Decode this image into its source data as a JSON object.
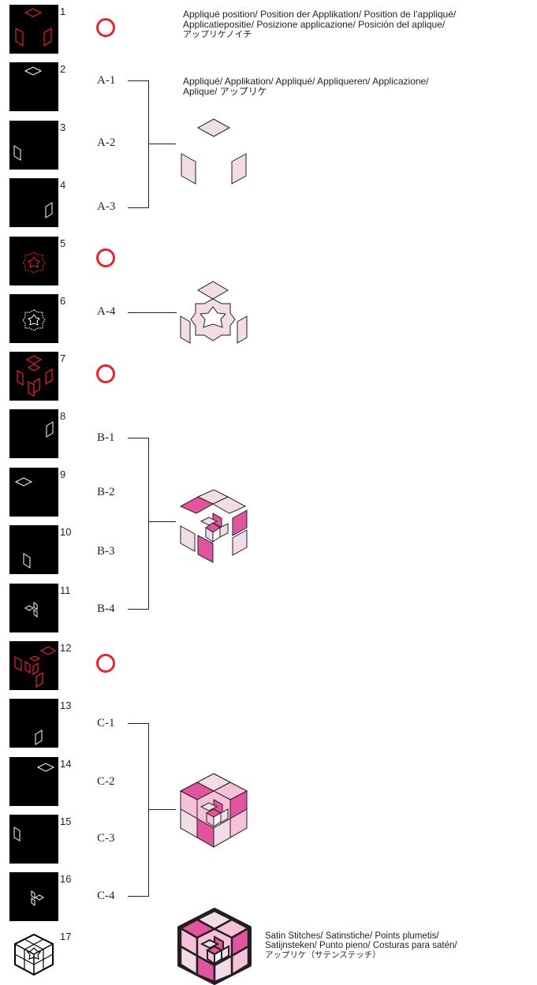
{
  "steps": [
    {
      "num": "1"
    },
    {
      "num": "2"
    },
    {
      "num": "3"
    },
    {
      "num": "4"
    },
    {
      "num": "5"
    },
    {
      "num": "6"
    },
    {
      "num": "7"
    },
    {
      "num": "8"
    },
    {
      "num": "9"
    },
    {
      "num": "10"
    },
    {
      "num": "11"
    },
    {
      "num": "12"
    },
    {
      "num": "13"
    },
    {
      "num": "14"
    },
    {
      "num": "15"
    },
    {
      "num": "16"
    },
    {
      "num": "17"
    }
  ],
  "labels": {
    "a1": "A-1",
    "a2": "A-2",
    "a3": "A-3",
    "a4": "A-4",
    "b1": "B-1",
    "b2": "B-2",
    "b3": "B-3",
    "b4": "B-4",
    "c1": "C-1",
    "c2": "C-2",
    "c3": "C-3",
    "c4": "C-4"
  },
  "captions": {
    "applique_position_1": "Appliqué position/ Position der Applikation/ Position de l’appliqué/",
    "applique_position_2": "Applicatiepositie/ Posizione applicazione/ Posición del aplique/",
    "applique_position_3": "アップリケノイチ",
    "applique_1": "Appliqué/ Applikation/ Appliqué/ Appliqueren/ Applicazione/",
    "applique_2": "Aplique/ アップリケ",
    "satin_1": "Satin Stitches/ Satinstiche/ Points plumetis/",
    "satin_2": "Satijnsteken/ Punto pieno/ Costuras para satén/",
    "satin_3": "アップリケ（サテンステッチ）"
  },
  "colors": {
    "position_circle": "#e3262f",
    "thumb_background": "#000000",
    "placement_outline": "#e3262f",
    "light_pink": "#f2dde6",
    "medium_pink": "#f5c0d8",
    "magenta": "#e0559d"
  }
}
